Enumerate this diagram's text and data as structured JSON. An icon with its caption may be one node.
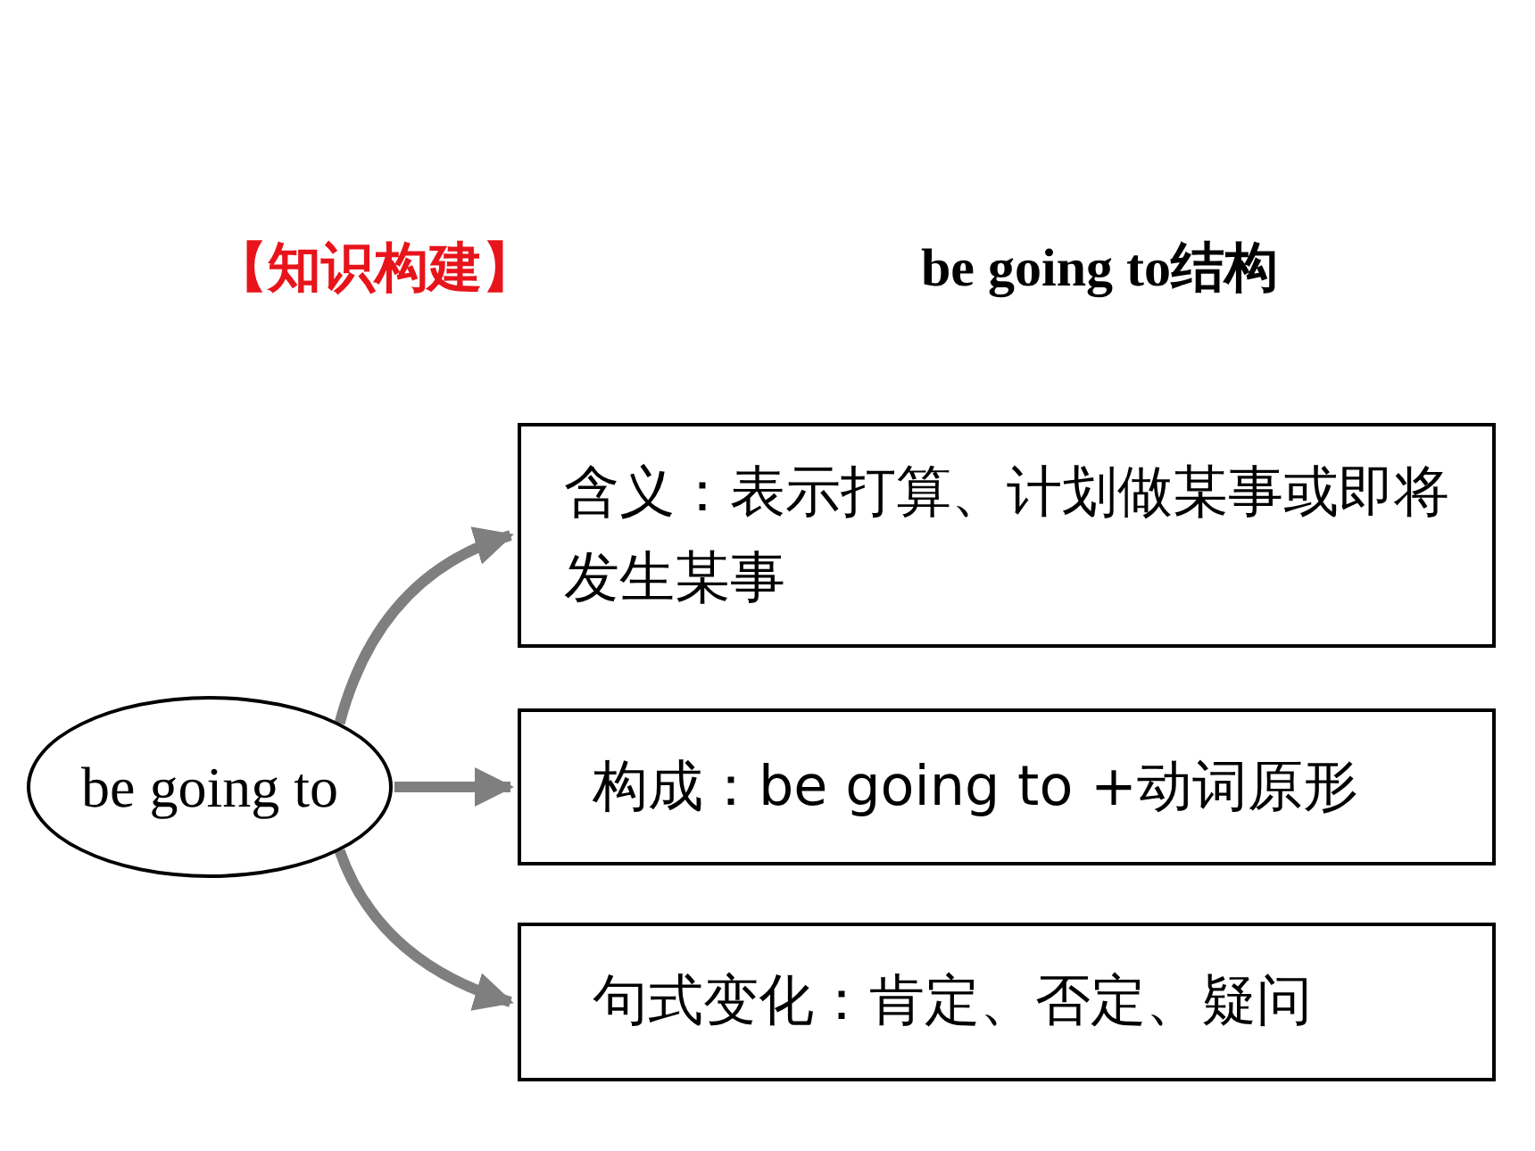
{
  "diagram": {
    "title": "be going to结构",
    "nodes": [
      {
        "text": [
          "be going to"
        ]
      },
      {
        "text": [
          "含义：表示打算、计划做某事或即将发生某事"
        ]
      },
      {
        "text": [
          "构成：be going to +动词原形"
        ]
      },
      {
        "text": [
          "句式变化：肯定、否定、疑问"
        ]
      }
    ],
    "edges": [
      {
        "from": 0,
        "to": 1,
        "arrow": "to"
      },
      {
        "from": 0,
        "to": 2,
        "arrow": "to"
      },
      {
        "from": 0,
        "to": 3,
        "arrow": "to"
      }
    ],
    "labels": [
      "【知识构建】"
    ]
  }
}
